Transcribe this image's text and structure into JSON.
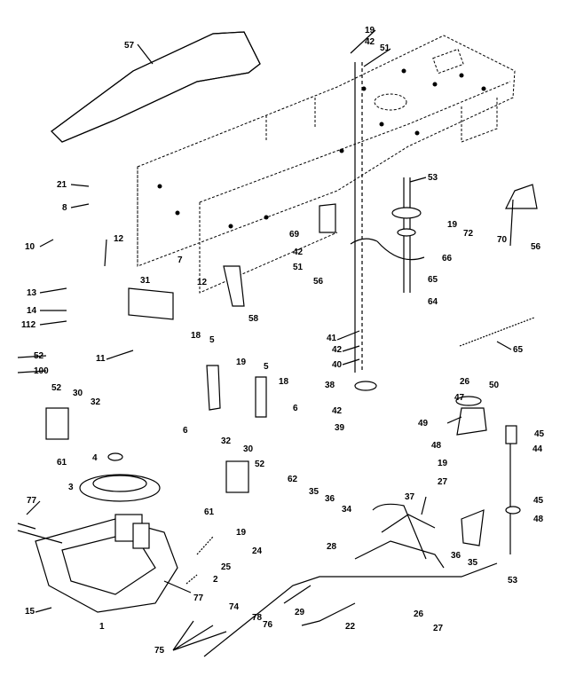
{
  "callouts": [
    {
      "id": "c57",
      "text": "57"
    },
    {
      "id": "c19a",
      "text": "19"
    },
    {
      "id": "c42a",
      "text": "42"
    },
    {
      "id": "c51a",
      "text": "51"
    },
    {
      "id": "c21",
      "text": "21"
    },
    {
      "id": "c8",
      "text": "8"
    },
    {
      "id": "c53a",
      "text": "53"
    },
    {
      "id": "c19b",
      "text": "19"
    },
    {
      "id": "c72",
      "text": "72"
    },
    {
      "id": "c70",
      "text": "70"
    },
    {
      "id": "c56a",
      "text": "56"
    },
    {
      "id": "c12a",
      "text": "12"
    },
    {
      "id": "c10",
      "text": "10"
    },
    {
      "id": "c31",
      "text": "31"
    },
    {
      "id": "c7",
      "text": "7"
    },
    {
      "id": "c69",
      "text": "69"
    },
    {
      "id": "c42b",
      "text": "42"
    },
    {
      "id": "c51b",
      "text": "51"
    },
    {
      "id": "c56b",
      "text": "56"
    },
    {
      "id": "c66",
      "text": "66"
    },
    {
      "id": "c13",
      "text": "13"
    },
    {
      "id": "c14",
      "text": "14"
    },
    {
      "id": "c112",
      "text": "112"
    },
    {
      "id": "c12b",
      "text": "12"
    },
    {
      "id": "c58",
      "text": "58"
    },
    {
      "id": "c65a",
      "text": "65"
    },
    {
      "id": "c64",
      "text": "64"
    },
    {
      "id": "c52a",
      "text": "52"
    },
    {
      "id": "c100",
      "text": "100"
    },
    {
      "id": "c11",
      "text": "11"
    },
    {
      "id": "c18a",
      "text": "18"
    },
    {
      "id": "c5a",
      "text": "5"
    },
    {
      "id": "c41",
      "text": "41"
    },
    {
      "id": "c42c",
      "text": "42"
    },
    {
      "id": "c40",
      "text": "40"
    },
    {
      "id": "c65b",
      "text": "65"
    },
    {
      "id": "c19c",
      "text": "19"
    },
    {
      "id": "c5b",
      "text": "5"
    },
    {
      "id": "c18b",
      "text": "18"
    },
    {
      "id": "c26",
      "text": "26"
    },
    {
      "id": "c50",
      "text": "50"
    },
    {
      "id": "c52b",
      "text": "52"
    },
    {
      "id": "c30a",
      "text": "30"
    },
    {
      "id": "c32a",
      "text": "32"
    },
    {
      "id": "c38",
      "text": "38"
    },
    {
      "id": "c47",
      "text": "47"
    },
    {
      "id": "c6a",
      "text": "6"
    },
    {
      "id": "c6b",
      "text": "6"
    },
    {
      "id": "c42d",
      "text": "42"
    },
    {
      "id": "c39",
      "text": "39"
    },
    {
      "id": "c49",
      "text": "49"
    },
    {
      "id": "c45a",
      "text": "45"
    },
    {
      "id": "c61a",
      "text": "61"
    },
    {
      "id": "c4",
      "text": "4"
    },
    {
      "id": "c32b",
      "text": "32"
    },
    {
      "id": "c30b",
      "text": "30"
    },
    {
      "id": "c52c",
      "text": "52"
    },
    {
      "id": "c48a",
      "text": "48"
    },
    {
      "id": "c44",
      "text": "44"
    },
    {
      "id": "c19d",
      "text": "19"
    },
    {
      "id": "c62",
      "text": "62"
    },
    {
      "id": "c35a",
      "text": "35"
    },
    {
      "id": "c36a",
      "text": "36"
    },
    {
      "id": "c27a",
      "text": "27"
    },
    {
      "id": "c3",
      "text": "3"
    },
    {
      "id": "c61b",
      "text": "61"
    },
    {
      "id": "c34",
      "text": "34"
    },
    {
      "id": "c37",
      "text": "37"
    },
    {
      "id": "c45b",
      "text": "45"
    },
    {
      "id": "c77a",
      "text": "77"
    },
    {
      "id": "c48b",
      "text": "48"
    },
    {
      "id": "c19e",
      "text": "19"
    },
    {
      "id": "c24",
      "text": "24"
    },
    {
      "id": "c28",
      "text": "28"
    },
    {
      "id": "c25",
      "text": "25"
    },
    {
      "id": "c36b",
      "text": "36"
    },
    {
      "id": "c35b",
      "text": "35"
    },
    {
      "id": "c2",
      "text": "2"
    },
    {
      "id": "c53b",
      "text": "53"
    },
    {
      "id": "c15",
      "text": "15"
    },
    {
      "id": "c77b",
      "text": "77"
    },
    {
      "id": "c74",
      "text": "74"
    },
    {
      "id": "c29",
      "text": "29"
    },
    {
      "id": "c26b",
      "text": "26"
    },
    {
      "id": "c1",
      "text": "1"
    },
    {
      "id": "c78",
      "text": "78"
    },
    {
      "id": "c76",
      "text": "76"
    },
    {
      "id": "c22",
      "text": "22"
    },
    {
      "id": "c27b",
      "text": "27"
    },
    {
      "id": "c75",
      "text": "75"
    }
  ]
}
